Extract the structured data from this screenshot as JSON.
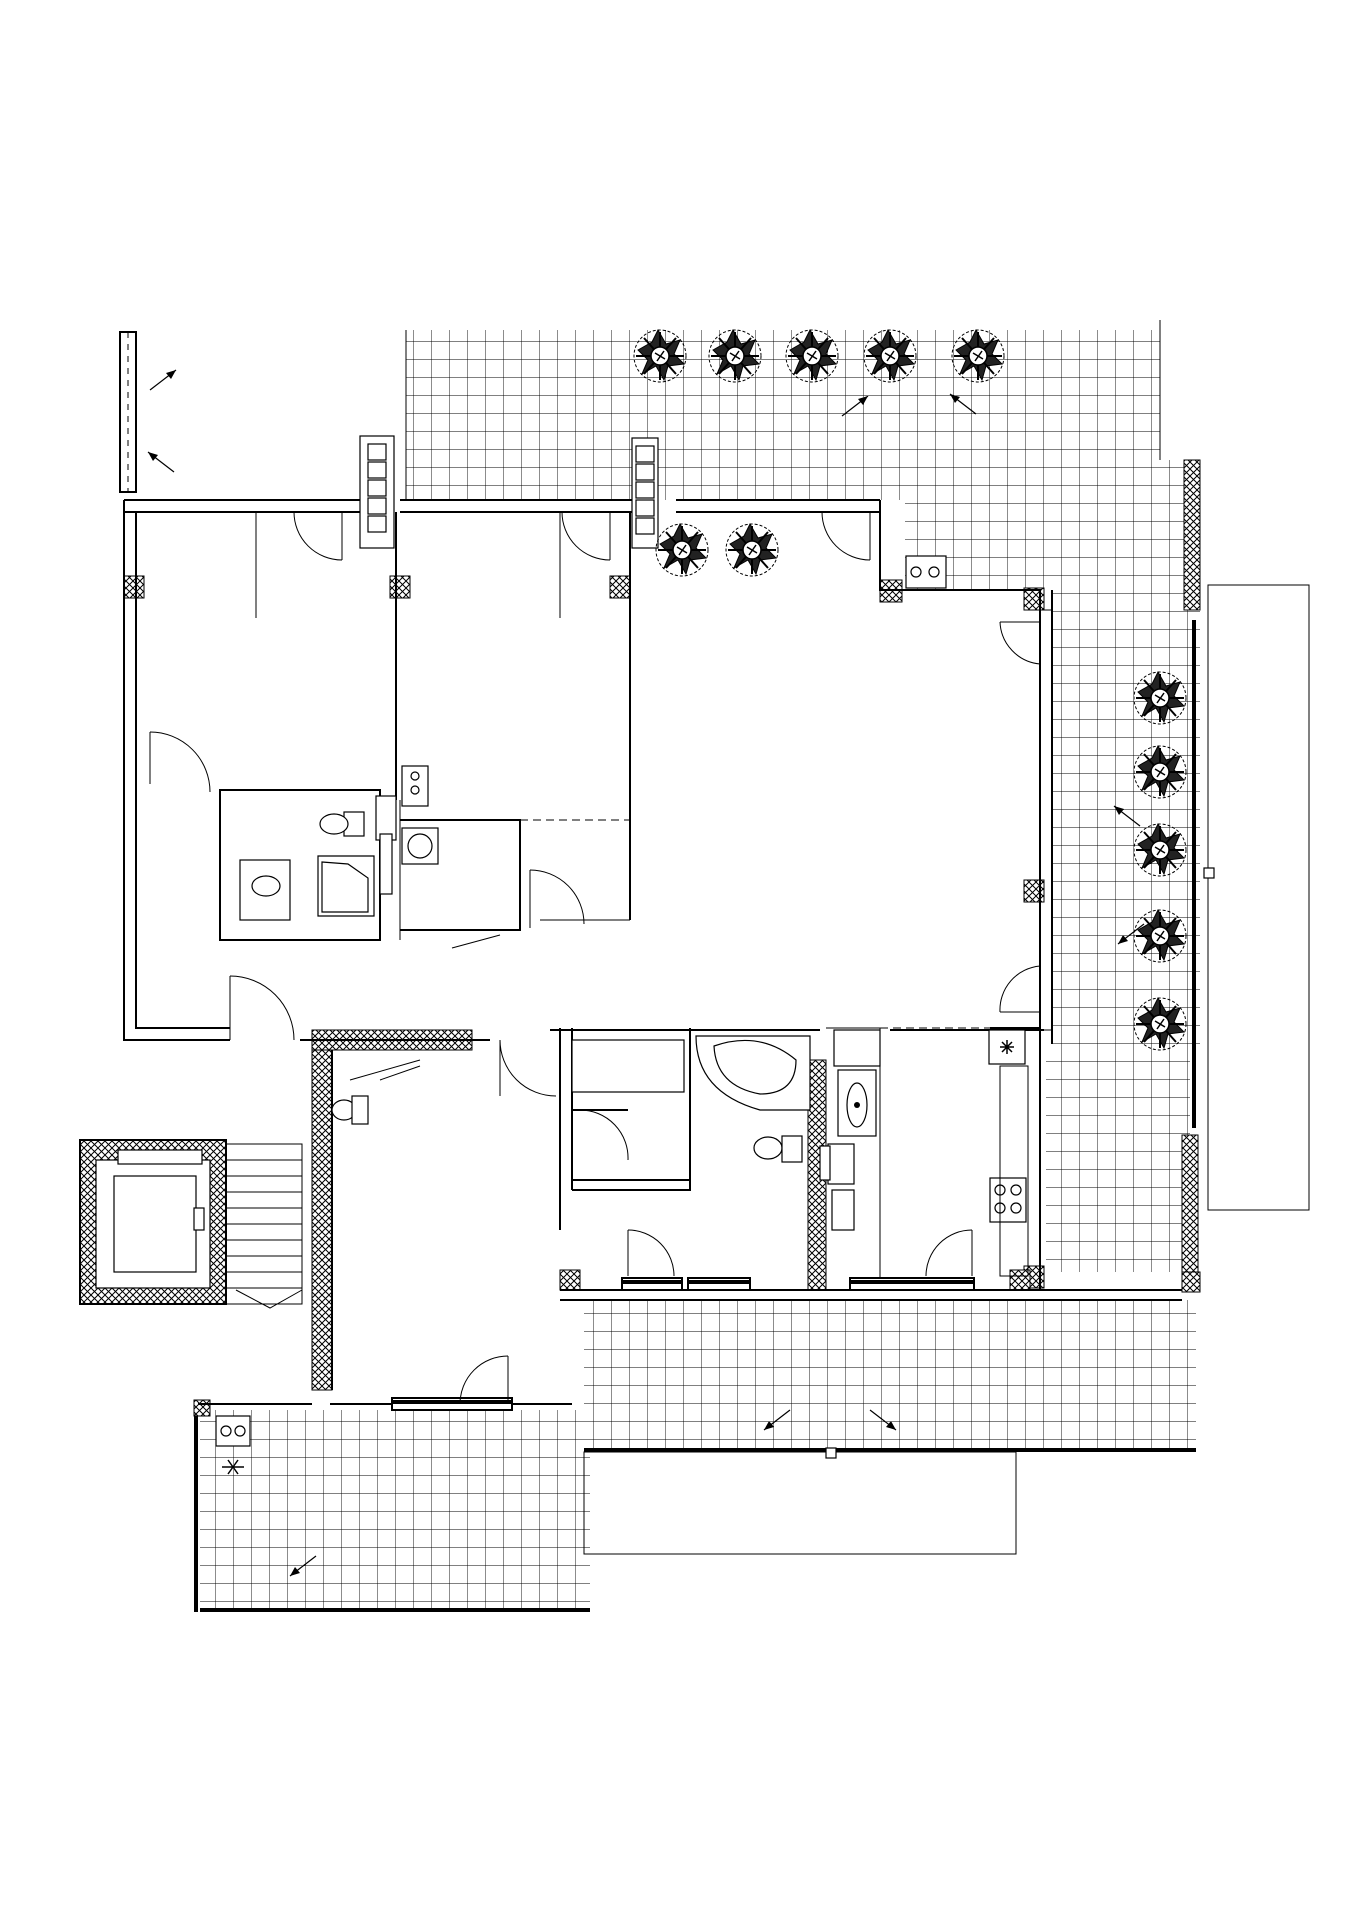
{
  "drawing": {
    "line_color": "#000000",
    "background": "#ffffff",
    "label": ""
  },
  "legend": {
    "rooms_count": 13,
    "terraces_count": 4,
    "shrubs_count": 12,
    "arrows_count": 9
  },
  "icons": {
    "shrub": "shrub-icon",
    "arrow": "slope-arrow-icon",
    "door": "door-swing-icon",
    "toilet": "toilet-icon",
    "sink": "sink-icon",
    "bathtub": "bathtub-icon",
    "shower": "shower-icon",
    "stove": "stove-icon",
    "washer": "washing-machine-icon",
    "boiler": "boiler-icon"
  }
}
